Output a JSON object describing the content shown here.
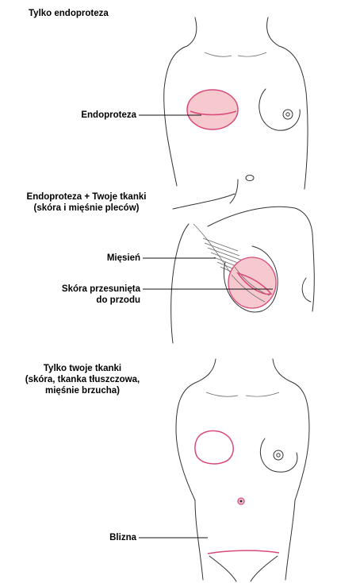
{
  "sections": [
    {
      "title_lines": [
        "Tylko endoproteza"
      ],
      "labels": [
        "Endoproteza"
      ]
    },
    {
      "title_lines": [
        "Endoproteza + Twoje tkanki",
        "(skóra i mięśnie pleców)"
      ],
      "labels": [
        "Mięsień",
        "Skóra przesunięta",
        "do przodu"
      ]
    },
    {
      "title_lines": [
        "Tylko twoje tkanki",
        "(skóra, tkanka tłuszczowa,",
        "mięśnie brzucha)"
      ],
      "labels": [
        "Blizna"
      ]
    }
  ],
  "colors": {
    "outline": "#333333",
    "accent": "#d94a7a",
    "implant_fill": "#f6c9cf"
  }
}
